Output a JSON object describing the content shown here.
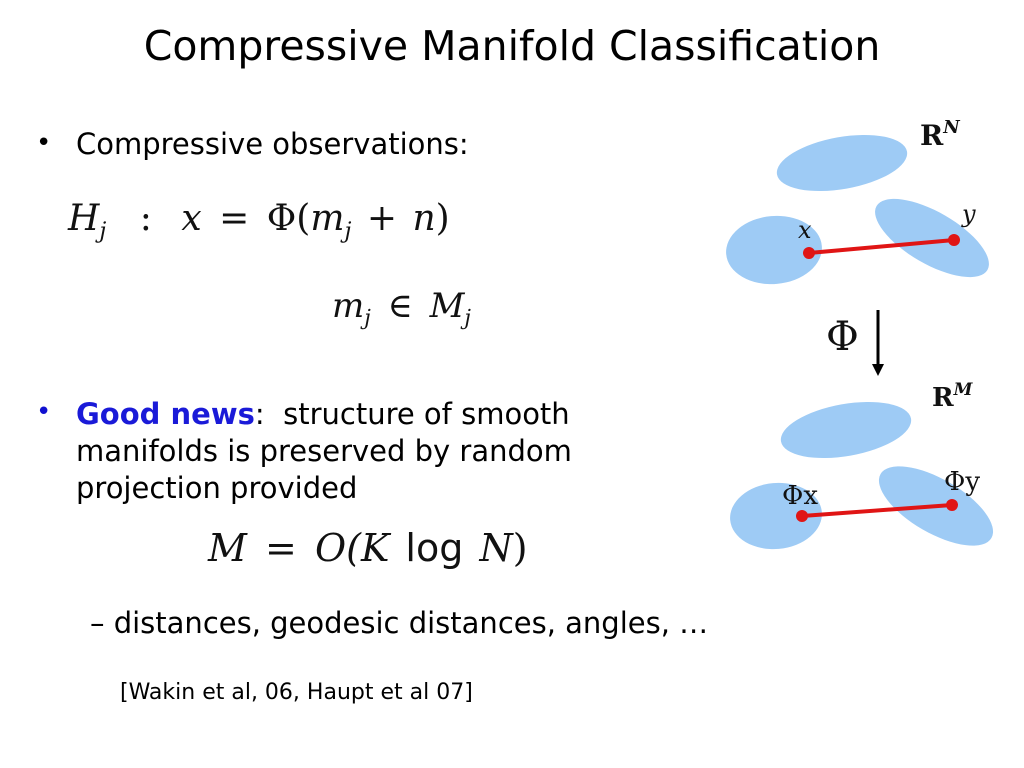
{
  "title": "Compressive Manifold Classification",
  "bullets": [
    {
      "lead": "",
      "text": "Compressive observations:"
    },
    {
      "lead": "Good news",
      "sep": ":",
      "line1": "structure of smooth",
      "line2": "manifolds is preserved by random",
      "line3": "projection provided"
    }
  ],
  "equations": {
    "hypothesis": {
      "H": "H",
      "j": "j",
      "colon": ":",
      "x": "x",
      "eq": "=",
      "phi": "Φ(",
      "m": "m",
      "plus": "+",
      "n": "n",
      "close": ")"
    },
    "membership": {
      "m": "m",
      "j": "j",
      "in": "∈",
      "M": "M",
      "jj": "j"
    },
    "condition": {
      "M": "M",
      "eq": "=",
      "O": "O(",
      "K": "K",
      "log": "log",
      "N": "N",
      "close": ")"
    }
  },
  "subbullet": "– distances, geodesic distances, angles, …",
  "reference": "[Wakin et al, 06, Haupt et al 07]",
  "diagram": {
    "top_space": "R",
    "top_exp": "N",
    "bottom_space": "R",
    "bottom_exp": "M",
    "top_x": "x",
    "top_y": "y",
    "map": "Φ",
    "bottom_x": "Φx",
    "bottom_y": "Φy",
    "colors": {
      "ellipse": "#9ecbf5",
      "line": "#e01515",
      "point": "#e01515"
    }
  }
}
